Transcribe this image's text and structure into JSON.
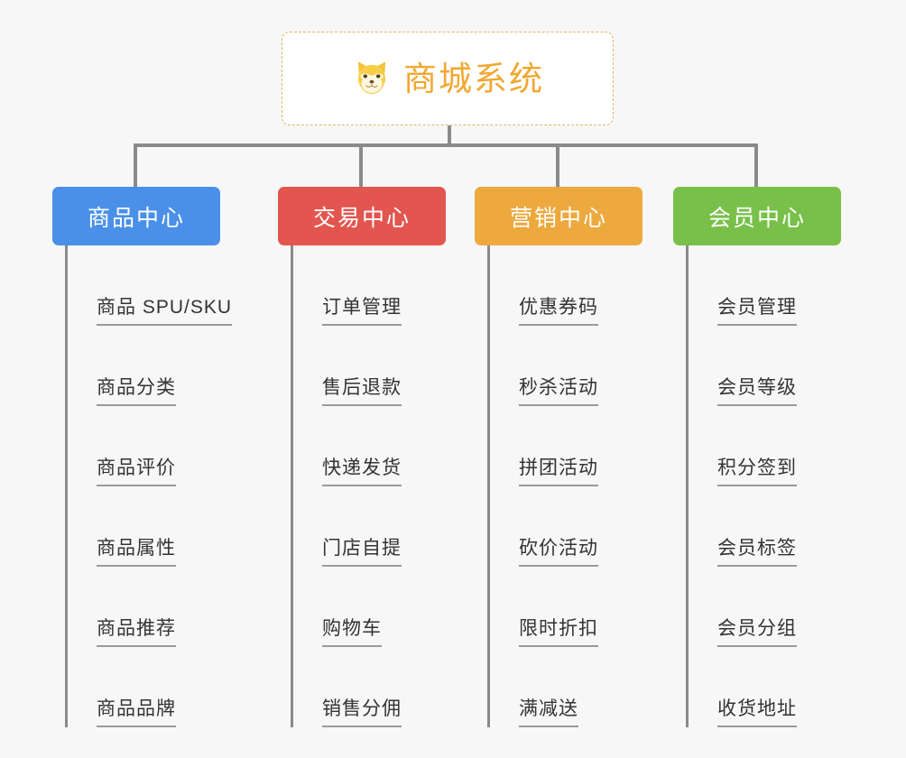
{
  "root": {
    "icon": "shiba-dog-icon",
    "title": "商城系统",
    "title_color": "#f0a832",
    "border_color": "#e6b45a"
  },
  "connector_color": "#8a8a8a",
  "background_color": "#f7f7f7",
  "columns": [
    {
      "label": "商品中心",
      "color": "#4a90e8",
      "items": [
        "商品 SPU/SKU",
        "商品分类",
        "商品评价",
        "商品属性",
        "商品推荐",
        "商品品牌"
      ]
    },
    {
      "label": "交易中心",
      "color": "#e2564f",
      "items": [
        "订单管理",
        "售后退款",
        "快递发货",
        "门店自提",
        "购物车",
        "销售分佣"
      ]
    },
    {
      "label": "营销中心",
      "color": "#eda93e",
      "items": [
        "优惠券码",
        "秒杀活动",
        "拼团活动",
        "砍价活动",
        "限时折扣",
        "满减送"
      ]
    },
    {
      "label": "会员中心",
      "color": "#78c049",
      "items": [
        "会员管理",
        "会员等级",
        "积分签到",
        "会员标签",
        "会员分组",
        "收货地址"
      ]
    }
  ]
}
